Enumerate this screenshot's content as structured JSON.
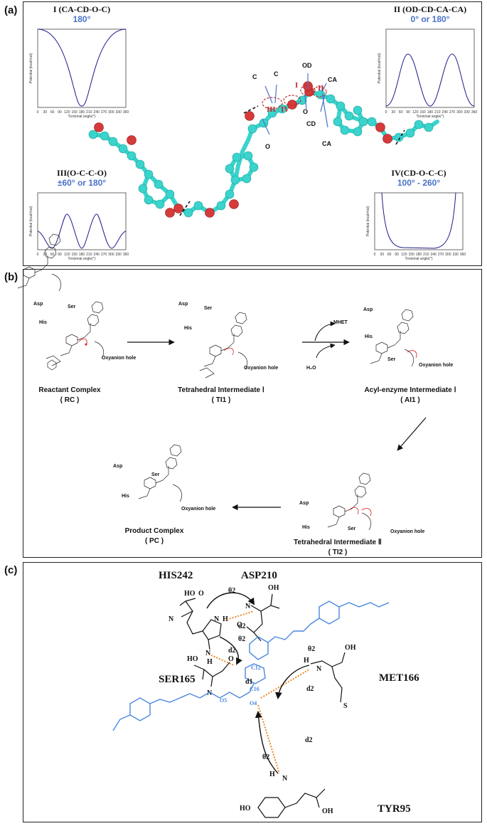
{
  "panel_a": {
    "label": "(a)",
    "plots": [
      {
        "title": "I (CA-CD-O-C)",
        "angle": "180°",
        "ylabel": "Potential (kcal/mol)",
        "xlabel": "Torsional angle(°)"
      },
      {
        "title": "II (OD-CD-CA-CA)",
        "angle": "0° or 180°",
        "ylabel": "Potential (kcal/mol)",
        "xlabel": "Torsional angle(°)"
      },
      {
        "title": "III(O-C-C-O)",
        "angle": "±60° or 180°",
        "ylabel": "Potential (kcal/mol)",
        "xlabel": "Torsional angle(°)"
      },
      {
        "title": "IV(CD-O-C-C)",
        "angle": "100° - 260°",
        "ylabel": "Potential (kcal/mol)",
        "xlabel": "Torsional angle(°)"
      }
    ],
    "ticks": [
      "0",
      "30",
      "60",
      "90",
      "120",
      "150",
      "180",
      "210",
      "240",
      "270",
      "300",
      "330",
      "360"
    ],
    "atoms": {
      "od": "OD",
      "ca1": "CA",
      "ca2": "CA",
      "cd": "CD",
      "o1": "O",
      "o2": "O",
      "c1": "C",
      "c2": "C"
    },
    "roman": {
      "i": "I",
      "ii": "II",
      "iii": "III",
      "iv": "IV"
    }
  },
  "panel_b": {
    "label": "(b)",
    "labels": {
      "asp": "Asp",
      "ser": "Ser",
      "his": "His",
      "oxyanion": "Oxyanion hole",
      "mhet": "MHET",
      "h2o": "H₂O"
    },
    "species": [
      {
        "name": "Reactant Complex",
        "abbr": "( RC )"
      },
      {
        "name": "Tetrahedral Intermediate Ⅰ",
        "abbr": "( TI1 )"
      },
      {
        "name": "Acyl-enzyme Intermediate Ⅰ",
        "abbr": "( AI1 )"
      },
      {
        "name": "Tetrahedral Intermediate Ⅱ",
        "abbr": "( TI2 )"
      },
      {
        "name": "Product Complex",
        "abbr": "( PC )"
      }
    ]
  },
  "panel_c": {
    "label": "(c)",
    "residues": {
      "his": "HIS242",
      "asp": "ASP210",
      "ser": "SER165",
      "met": "MET166",
      "tyr": "TYR95"
    },
    "geom": {
      "theta": "θ2",
      "d2": "d2",
      "d1": "d1"
    },
    "atoms": {
      "ho": "HO",
      "oh": "OH",
      "n": "N",
      "h": "H",
      "o": "O",
      "s": "S",
      "c12": "C12",
      "c16": "C16",
      "o4": "O4",
      "o5": "O5"
    },
    "colors": {
      "substrate": "#4a86e0",
      "hbond": "#e88a2a",
      "ink": "#111111"
    }
  }
}
